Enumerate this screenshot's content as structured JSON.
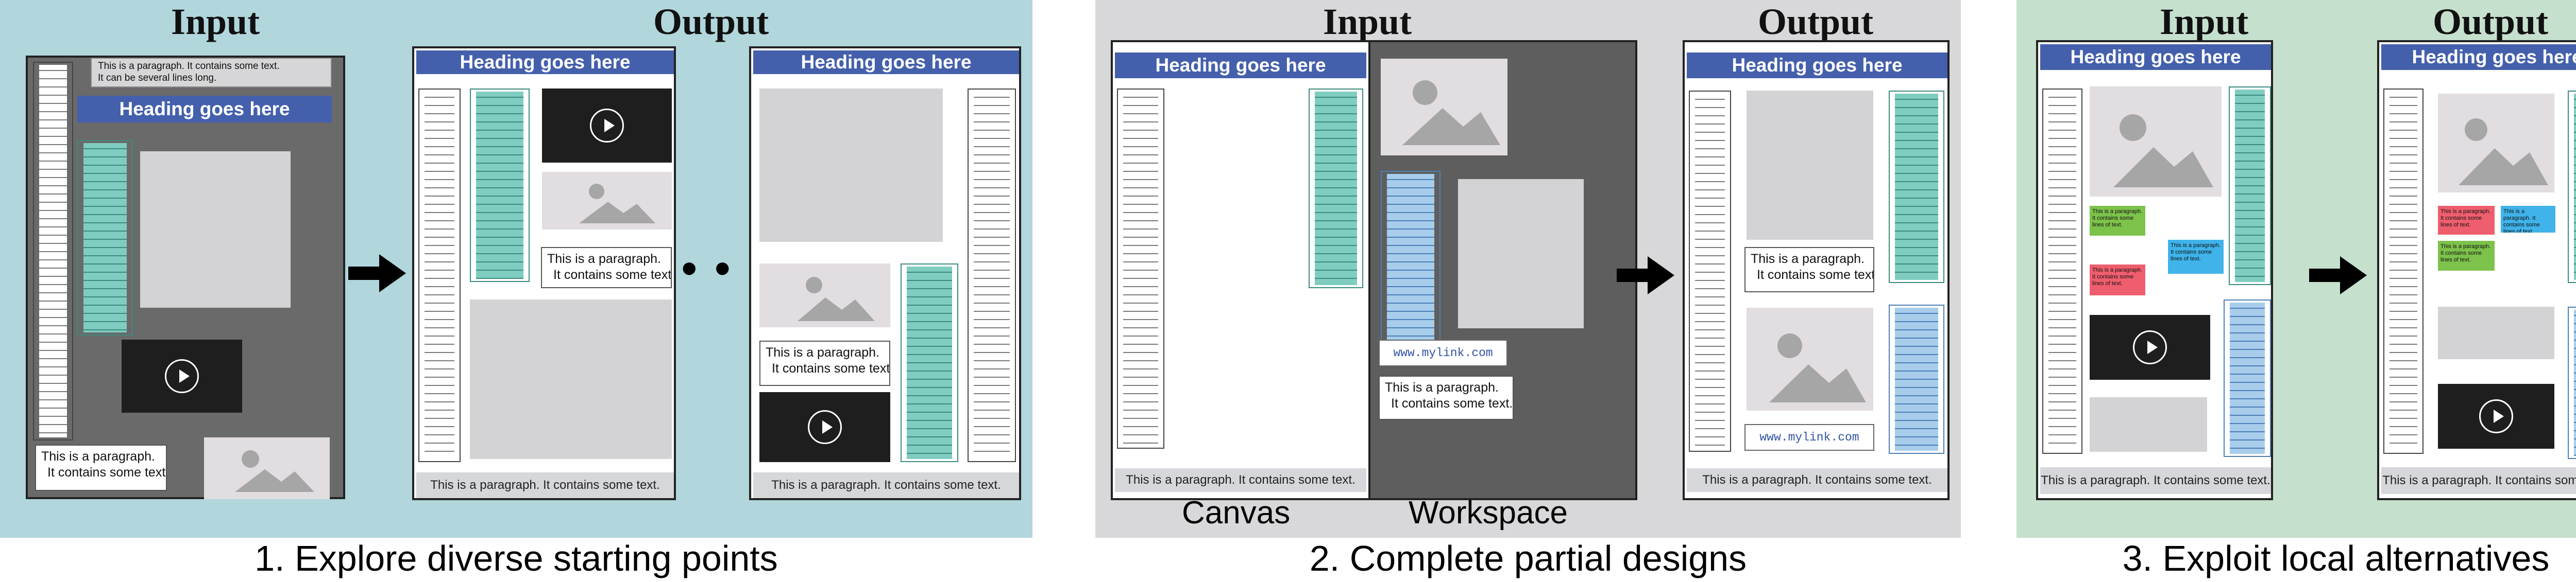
{
  "labels": {
    "input": "Input",
    "output": "Output",
    "canvas": "Canvas",
    "workspace": "Workspace",
    "ellipsis": "• • •"
  },
  "captions": {
    "explore": "1. Explore diverse starting points",
    "complete": "2. Complete partial designs",
    "exploit": "3. Exploit local alternatives"
  },
  "layout_text": {
    "heading": "Heading goes here",
    "paragraph_line1": "This is a paragraph.",
    "paragraph_line2": "It contains some text.",
    "footer": "This is a paragraph. It contains some text.",
    "long_paragraph_line1": "This is a paragraph. It contains some text.",
    "long_paragraph_line2": "It can be several lines long.",
    "link": "www.mylink.com",
    "small_paragraph": "This is a paragraph. It contains some lines of text."
  },
  "colors": {
    "panel1_bg": "#b1d6dc",
    "panel2_bg": "#d8d8da",
    "panel3_bg": "#c5e0cd",
    "heading_blue": "#4460ac",
    "teal_list": "#7fcdc1",
    "blue_list": "#a7cdeb",
    "sticky_green": "#7dc24b",
    "sticky_red": "#ef5e6e",
    "sticky_blue": "#3fb3ea"
  }
}
